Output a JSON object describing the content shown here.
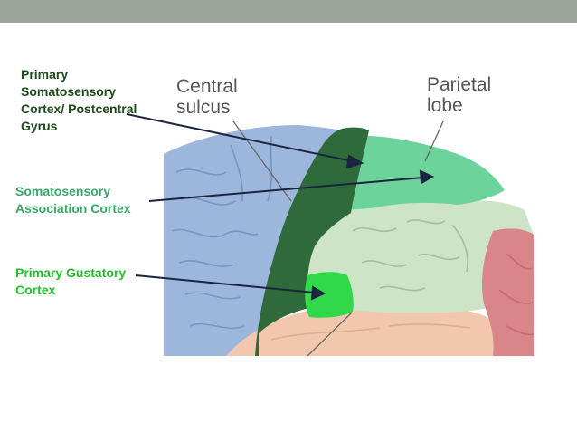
{
  "colors": {
    "top_bar": "#9ba59c",
    "frontal_lobe": "#9db6dc",
    "postcentral_gyrus": "#2f6b3a",
    "somatosensory_association": "#6cd49b",
    "parietal_other": "#cde4c6",
    "occipital": "#d9858a",
    "temporal": "#f1c8ad",
    "gustatory": "#2fd94a"
  },
  "labels": {
    "primary_somatosensory": "Primary\nSomatosensory\nCortex/ Postcentral\nGyrus",
    "somatosensory_association": "Somatosensory\nAssociation Cortex",
    "primary_gustatory": "Primary Gustatory\nCortex"
  },
  "image_labels": {
    "central_sulcus": "Central\nsulcus",
    "parietal_lobe": "Parietal\nlobe"
  }
}
